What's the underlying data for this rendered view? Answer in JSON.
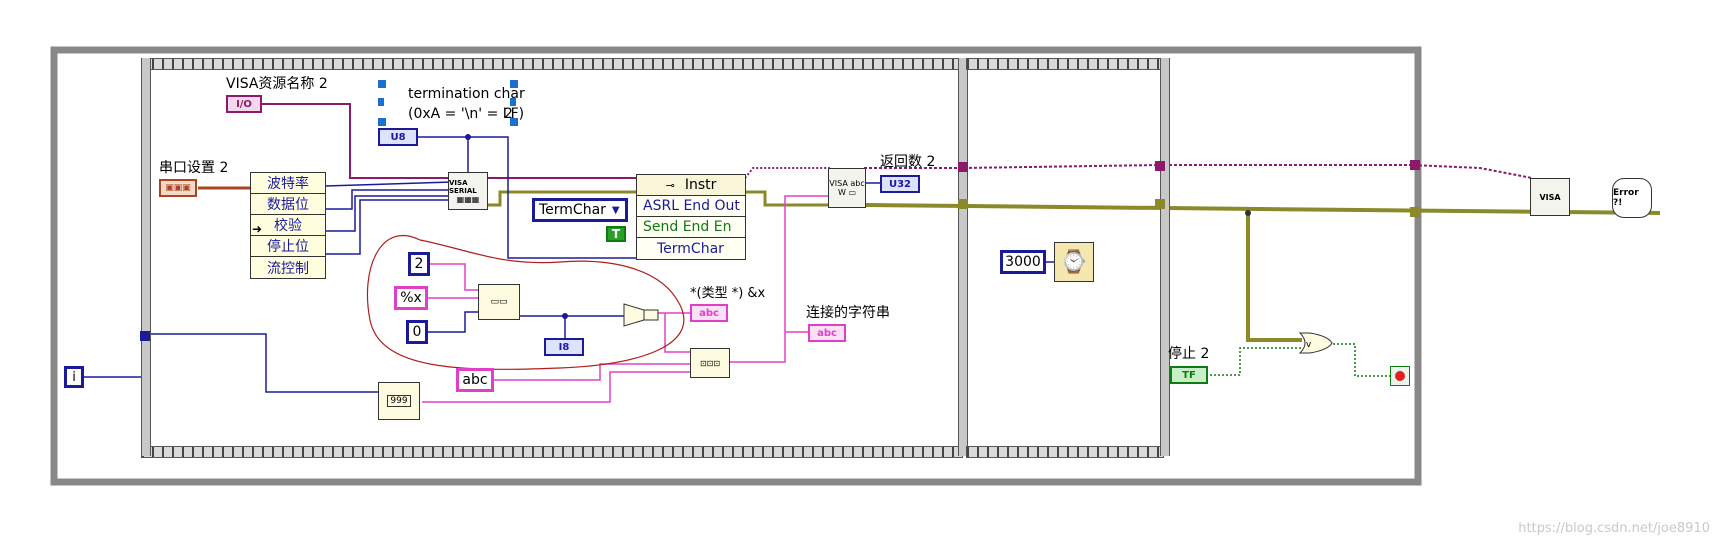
{
  "labels": {
    "visa_resource": "VISA资源名称 2",
    "termination_char_line1": "termination char",
    "termination_char_line2": "(0xA = '\\n' = LF)",
    "termination_char_num": "2",
    "serial_settings": "串口设置 2",
    "return_count": "返回数 2",
    "type_ptr": "*(类型 *) &x",
    "concat_string": "连接的字符串",
    "stop": "停止 2"
  },
  "serial_cluster_items": [
    "波特率",
    "数据位",
    "校验",
    "停止位",
    "流控制"
  ],
  "property_node": {
    "class": "Instr",
    "items": [
      "ASRL End Out",
      "Send End En",
      "TermChar"
    ]
  },
  "ring_selected": "TermChar",
  "constants": {
    "format_width": "2",
    "format_spec": "%x",
    "format_zero": "0",
    "string_abc": "abc",
    "wait_ms": "3000",
    "true_const": "T",
    "iteration": "i"
  },
  "terminals": {
    "visa": "I/O",
    "u8": "U8",
    "u32": "U32",
    "i8": "I8",
    "abc_str": "abc",
    "abc_str2": "abc",
    "stop_tf": "TF"
  },
  "icons": {
    "visa_serial": "VISA SERIAL",
    "visa_read": "VISA abc",
    "visa_close": "VISA",
    "error_handler": "Error ?!",
    "number_to_string": "999"
  },
  "colors": {
    "visa_wire": "#8b1a6b",
    "error_wire": "#8a8a2a",
    "int_wire": "#1b1b9a",
    "string_wire": "#e040c8",
    "bool_wire": "#117a11",
    "annotation": "#b21d1d"
  },
  "watermark": "https://blog.csdn.net/joe8910"
}
